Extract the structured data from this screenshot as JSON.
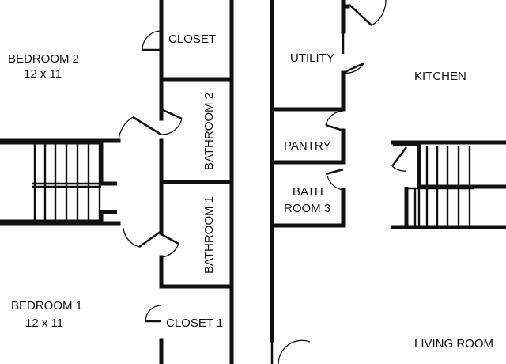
{
  "rooms": {
    "bedroom2": {
      "name": "BEDROOM 2",
      "size": "12 x 11"
    },
    "closet": "CLOSET",
    "bathroom2": "BATHROOM 2",
    "bathroom1": "BATHROOM 1",
    "bedroom1": {
      "name": "BEDROOM 1",
      "size": "12 x 11"
    },
    "closet1": "CLOSET 1",
    "utility": "UTILITY",
    "kitchen": "KITCHEN",
    "pantry": "PANTRY",
    "bath3": {
      "line1": "BATH",
      "line2": "ROOM 3"
    },
    "living": "LIVING ROOM"
  }
}
